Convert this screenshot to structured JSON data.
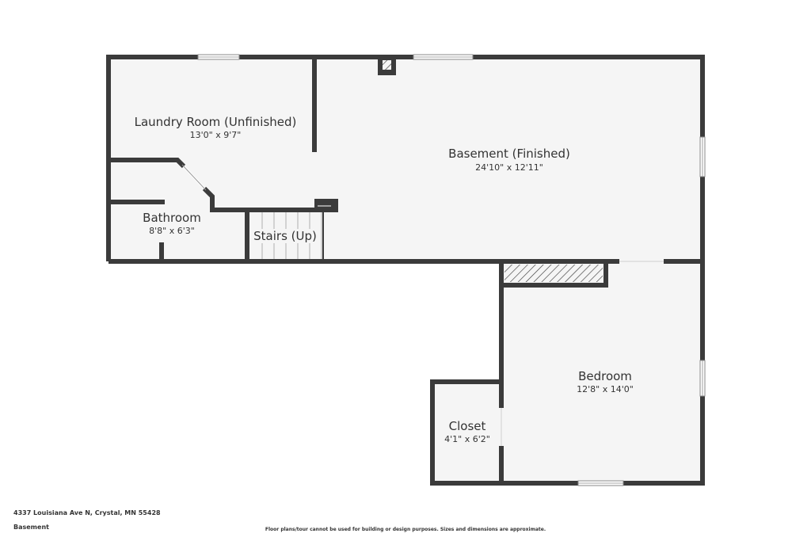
{
  "colors": {
    "wall": "#3b3b3b",
    "floor": "#f5f5f5",
    "window": "#ffffff",
    "text": "#333333"
  },
  "rooms": {
    "laundry": {
      "name": "Laundry Room (Unfinished)",
      "dims": "13'0\" x 9'7\""
    },
    "basement": {
      "name": "Basement (Finished)",
      "dims": "24'10\" x 12'11\""
    },
    "bathroom": {
      "name": "Bathroom",
      "dims": "8'8\" x 6'3\""
    },
    "stairs": {
      "name": "Stairs (Up)"
    },
    "bedroom": {
      "name": "Bedroom",
      "dims": "12'8\" x 14'0\""
    },
    "closet": {
      "name": "Closet",
      "dims": "4'1\" x 6'2\""
    }
  },
  "footer": {
    "address": "4337 Louisiana Ave N, Crystal, MN 55428",
    "level": "Basement",
    "disclaimer": "Floor plans/tour cannot be used for building or design purposes. Sizes and dimensions are approximate."
  }
}
